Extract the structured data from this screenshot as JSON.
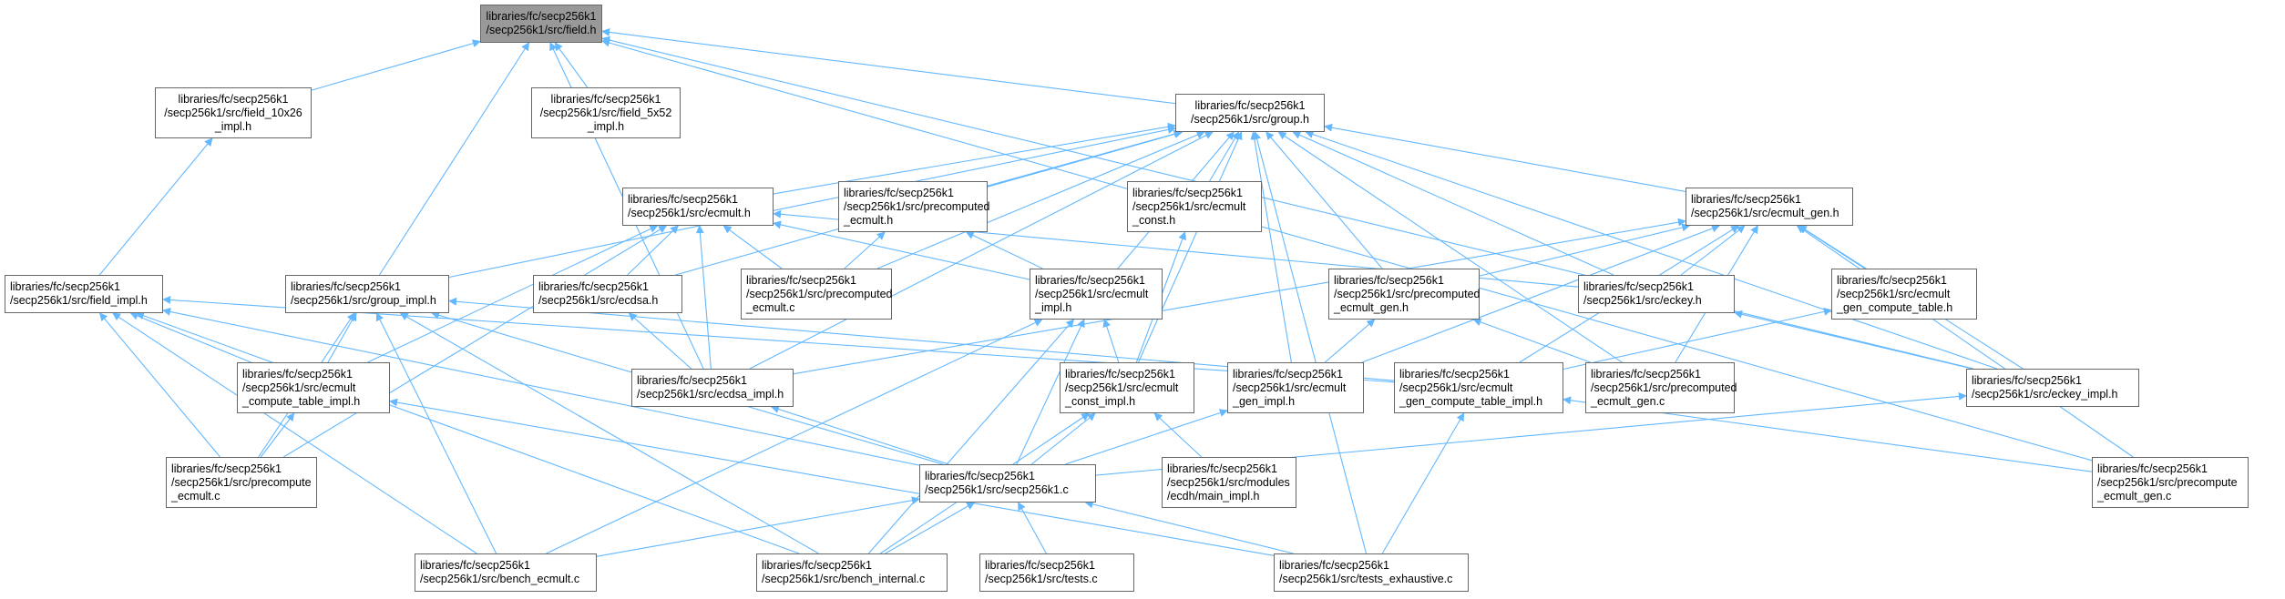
{
  "diagram": {
    "edge_color": "#63b8ff",
    "border_color": "#666666",
    "root_fill": "#999999",
    "nodes": {
      "field_h": {
        "lines": [
          "libraries/fc/secp256k1",
          "/secp256k1/src/field.h"
        ],
        "root": true
      },
      "field_10x26": {
        "lines": [
          "libraries/fc/secp256k1",
          "/secp256k1/src/field_10x26",
          "_impl.h"
        ]
      },
      "field_5x52": {
        "lines": [
          "libraries/fc/secp256k1",
          "/secp256k1/src/field_5x52",
          "_impl.h"
        ]
      },
      "group_h": {
        "lines": [
          "libraries/fc/secp256k1",
          "/secp256k1/src/group.h"
        ]
      },
      "ecmult_h": {
        "lines": [
          "libraries/fc/secp256k1",
          "/secp256k1/src/ecmult.h"
        ]
      },
      "precomputed_ecmult_h": {
        "lines": [
          "libraries/fc/secp256k1",
          "/secp256k1/src/precomputed",
          "_ecmult.h"
        ]
      },
      "ecmult_const_h": {
        "lines": [
          "libraries/fc/secp256k1",
          "/secp256k1/src/ecmult",
          "_const.h"
        ]
      },
      "ecmult_gen_h": {
        "lines": [
          "libraries/fc/secp256k1",
          "/secp256k1/src/ecmult_gen.h"
        ]
      },
      "field_impl_h": {
        "lines": [
          "libraries/fc/secp256k1",
          "/secp256k1/src/field_impl.h"
        ]
      },
      "group_impl_h": {
        "lines": [
          "libraries/fc/secp256k1",
          "/secp256k1/src/group_impl.h"
        ]
      },
      "ecdsa_h": {
        "lines": [
          "libraries/fc/secp256k1",
          "/secp256k1/src/ecdsa.h"
        ]
      },
      "precomputed_ecmult_c": {
        "lines": [
          "libraries/fc/secp256k1",
          "/secp256k1/src/precomputed",
          "_ecmult.c"
        ]
      },
      "ecmult_impl_h": {
        "lines": [
          "libraries/fc/secp256k1",
          "/secp256k1/src/ecmult",
          "_impl.h"
        ]
      },
      "precomputed_ecmult_gen_h": {
        "lines": [
          "libraries/fc/secp256k1",
          "/secp256k1/src/precomputed",
          "_ecmult_gen.h"
        ]
      },
      "eckey_h": {
        "lines": [
          "libraries/fc/secp256k1",
          "/secp256k1/src/eckey.h"
        ]
      },
      "ecmult_gen_compute_table_h": {
        "lines": [
          "libraries/fc/secp256k1",
          "/secp256k1/src/ecmult",
          "_gen_compute_table.h"
        ]
      },
      "ecmult_compute_table_impl_h": {
        "lines": [
          "libraries/fc/secp256k1",
          "/secp256k1/src/ecmult",
          "_compute_table_impl.h"
        ]
      },
      "ecdsa_impl_h": {
        "lines": [
          "libraries/fc/secp256k1",
          "/secp256k1/src/ecdsa_impl.h"
        ]
      },
      "ecmult_const_impl_h": {
        "lines": [
          "libraries/fc/secp256k1",
          "/secp256k1/src/ecmult",
          "_const_impl.h"
        ]
      },
      "ecmult_gen_impl_h": {
        "lines": [
          "libraries/fc/secp256k1",
          "/secp256k1/src/ecmult",
          "_gen_impl.h"
        ]
      },
      "ecmult_gen_compute_table_impl_h": {
        "lines": [
          "libraries/fc/secp256k1",
          "/secp256k1/src/ecmult",
          "_gen_compute_table_impl.h"
        ]
      },
      "precomputed_ecmult_gen_c": {
        "lines": [
          "libraries/fc/secp256k1",
          "/secp256k1/src/precomputed",
          "_ecmult_gen.c"
        ]
      },
      "eckey_impl_h": {
        "lines": [
          "libraries/fc/secp256k1",
          "/secp256k1/src/eckey_impl.h"
        ]
      },
      "precompute_ecmult_c": {
        "lines": [
          "libraries/fc/secp256k1",
          "/secp256k1/src/precompute",
          "_ecmult.c"
        ]
      },
      "secp256k1_c": {
        "lines": [
          "libraries/fc/secp256k1",
          "/secp256k1/src/secp256k1.c"
        ]
      },
      "ecdh_main_impl_h": {
        "lines": [
          "libraries/fc/secp256k1",
          "/secp256k1/src/modules",
          "/ecdh/main_impl.h"
        ]
      },
      "precompute_ecmult_gen_c": {
        "lines": [
          "libraries/fc/secp256k1",
          "/secp256k1/src/precompute",
          "_ecmult_gen.c"
        ]
      },
      "bench_ecmult_c": {
        "lines": [
          "libraries/fc/secp256k1",
          "/secp256k1/src/bench_ecmult.c"
        ]
      },
      "bench_internal_c": {
        "lines": [
          "libraries/fc/secp256k1",
          "/secp256k1/src/bench_internal.c"
        ]
      },
      "tests_c": {
        "lines": [
          "libraries/fc/secp256k1",
          "/secp256k1/src/tests.c"
        ]
      },
      "tests_exhaustive_c": {
        "lines": [
          "libraries/fc/secp256k1",
          "/secp256k1/src/tests_exhaustive.c"
        ]
      }
    },
    "edges": [
      [
        "field_10x26",
        "field_h"
      ],
      [
        "field_5x52",
        "field_h"
      ],
      [
        "group_h",
        "field_h"
      ],
      [
        "field_impl_h",
        "field_10x26"
      ],
      [
        "group_impl_h",
        "field_h"
      ],
      [
        "ecdsa_impl_h",
        "field_h"
      ],
      [
        "eckey_impl_h",
        "field_h"
      ],
      [
        "precompute_ecmult_gen_c",
        "field_h"
      ],
      [
        "ecmult_h",
        "group_h"
      ],
      [
        "precomputed_ecmult_h",
        "group_h"
      ],
      [
        "ecmult_const_h",
        "group_h"
      ],
      [
        "ecmult_gen_h",
        "group_h"
      ],
      [
        "group_impl_h",
        "group_h"
      ],
      [
        "ecdsa_h",
        "group_h"
      ],
      [
        "precomputed_ecmult_c",
        "group_h"
      ],
      [
        "ecmult_impl_h",
        "group_h"
      ],
      [
        "precomputed_ecmult_gen_h",
        "group_h"
      ],
      [
        "eckey_h",
        "group_h"
      ],
      [
        "ecdsa_impl_h",
        "group_h"
      ],
      [
        "ecmult_const_impl_h",
        "group_h"
      ],
      [
        "ecmult_gen_impl_h",
        "group_h"
      ],
      [
        "precomputed_ecmult_gen_c",
        "group_h"
      ],
      [
        "eckey_impl_h",
        "group_h"
      ],
      [
        "tests_exhaustive_c",
        "group_h"
      ],
      [
        "ecdsa_h",
        "ecmult_h"
      ],
      [
        "precomputed_ecmult_c",
        "ecmult_h"
      ],
      [
        "ecmult_impl_h",
        "ecmult_h"
      ],
      [
        "ecmult_compute_table_impl_h",
        "ecmult_h"
      ],
      [
        "ecdsa_impl_h",
        "ecmult_h"
      ],
      [
        "precompute_ecmult_c",
        "ecmult_h"
      ],
      [
        "eckey_h",
        "ecmult_h"
      ],
      [
        "precomputed_ecmult_c",
        "precomputed_ecmult_h"
      ],
      [
        "ecmult_impl_h",
        "precomputed_ecmult_h"
      ],
      [
        "ecmult_const_impl_h",
        "ecmult_const_h"
      ],
      [
        "precomputed_ecmult_gen_h",
        "ecmult_gen_h"
      ],
      [
        "eckey_h",
        "ecmult_gen_h"
      ],
      [
        "ecmult_gen_compute_table_h",
        "ecmult_gen_h"
      ],
      [
        "ecdsa_impl_h",
        "ecmult_gen_h"
      ],
      [
        "ecmult_gen_impl_h",
        "ecmult_gen_h"
      ],
      [
        "ecmult_gen_compute_table_impl_h",
        "ecmult_gen_h"
      ],
      [
        "eckey_impl_h",
        "ecmult_gen_h"
      ],
      [
        "precomputed_ecmult_gen_c",
        "ecmult_gen_h"
      ],
      [
        "precompute_ecmult_gen_c",
        "ecmult_gen_h"
      ],
      [
        "ecmult_compute_table_impl_h",
        "field_impl_h"
      ],
      [
        "precompute_ecmult_c",
        "field_impl_h"
      ],
      [
        "secp256k1_c",
        "field_impl_h"
      ],
      [
        "bench_ecmult_c",
        "field_impl_h"
      ],
      [
        "bench_internal_c",
        "field_impl_h"
      ],
      [
        "ecmult_gen_compute_table_impl_h",
        "field_impl_h"
      ],
      [
        "ecmult_compute_table_impl_h",
        "group_impl_h"
      ],
      [
        "precompute_ecmult_c",
        "group_impl_h"
      ],
      [
        "secp256k1_c",
        "group_impl_h"
      ],
      [
        "bench_ecmult_c",
        "group_impl_h"
      ],
      [
        "bench_internal_c",
        "group_impl_h"
      ],
      [
        "ecmult_gen_compute_table_impl_h",
        "group_impl_h"
      ],
      [
        "ecdsa_impl_h",
        "ecdsa_h"
      ],
      [
        "ecmult_const_impl_h",
        "ecmult_impl_h"
      ],
      [
        "secp256k1_c",
        "ecmult_impl_h"
      ],
      [
        "bench_ecmult_c",
        "ecmult_impl_h"
      ],
      [
        "bench_internal_c",
        "ecmult_impl_h"
      ],
      [
        "ecmult_gen_impl_h",
        "precomputed_ecmult_gen_h"
      ],
      [
        "precomputed_ecmult_gen_c",
        "precomputed_ecmult_gen_h"
      ],
      [
        "eckey_impl_h",
        "eckey_h"
      ],
      [
        "ecmult_gen_compute_table_impl_h",
        "ecmult_gen_compute_table_h"
      ],
      [
        "precompute_ecmult_c",
        "ecmult_compute_table_impl_h"
      ],
      [
        "tests_exhaustive_c",
        "ecmult_compute_table_impl_h"
      ],
      [
        "secp256k1_c",
        "ecdsa_impl_h"
      ],
      [
        "secp256k1_c",
        "ecmult_const_impl_h"
      ],
      [
        "ecdh_main_impl_h",
        "ecmult_const_impl_h"
      ],
      [
        "bench_internal_c",
        "ecmult_const_impl_h"
      ],
      [
        "secp256k1_c",
        "ecmult_gen_impl_h"
      ],
      [
        "precompute_ecmult_gen_c",
        "ecmult_gen_compute_table_impl_h"
      ],
      [
        "tests_exhaustive_c",
        "ecmult_gen_compute_table_impl_h"
      ],
      [
        "secp256k1_c",
        "eckey_impl_h"
      ],
      [
        "bench_ecmult_c",
        "secp256k1_c"
      ],
      [
        "bench_internal_c",
        "secp256k1_c"
      ],
      [
        "tests_c",
        "secp256k1_c"
      ],
      [
        "tests_exhaustive_c",
        "secp256k1_c"
      ]
    ]
  }
}
